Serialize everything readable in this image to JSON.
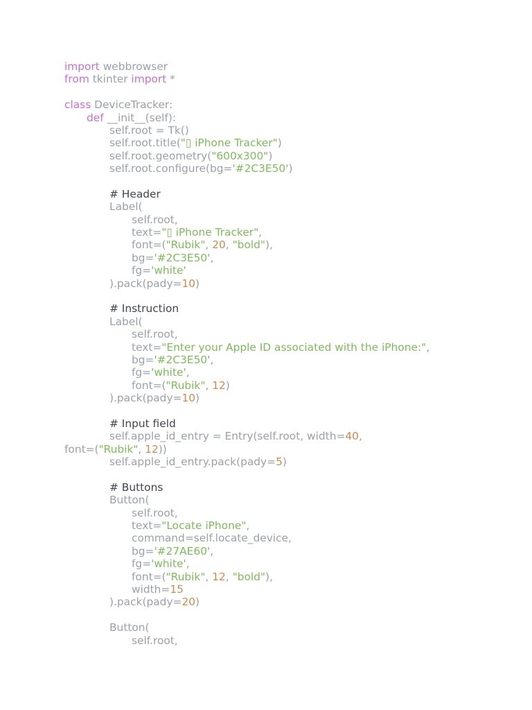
{
  "colors": {
    "keyword": "#c86fd2",
    "plain": "#9aa0ab",
    "string": "#7dbb5a",
    "number": "#d4884a",
    "comment": "#3f4450",
    "background": "#ffffff"
  },
  "lines": [
    {
      "indent": 0,
      "tokens": [
        {
          "t": "kw",
          "v": "import"
        },
        {
          "t": "tx",
          "v": " webbrowser"
        }
      ]
    },
    {
      "indent": 0,
      "tokens": [
        {
          "t": "kw",
          "v": "from"
        },
        {
          "t": "tx",
          "v": " tkinter "
        },
        {
          "t": "kw",
          "v": "import"
        },
        {
          "t": "tx",
          "v": " *"
        }
      ]
    },
    {
      "indent": 0,
      "tokens": []
    },
    {
      "indent": 0,
      "tokens": [
        {
          "t": "kw",
          "v": "class"
        },
        {
          "t": "tx",
          "v": " DeviceTracker:"
        }
      ]
    },
    {
      "indent": 1,
      "tokens": [
        {
          "t": "kw",
          "v": "def"
        },
        {
          "t": "tx",
          "v": " __init__(self):"
        }
      ]
    },
    {
      "indent": 2,
      "tokens": [
        {
          "t": "tx",
          "v": "self.root = Tk()"
        }
      ]
    },
    {
      "indent": 2,
      "tokens": [
        {
          "t": "tx",
          "v": "self.root.title("
        },
        {
          "t": "st",
          "v": "\"▯ iPhone Tracker\""
        },
        {
          "t": "tx",
          "v": ")"
        }
      ]
    },
    {
      "indent": 2,
      "tokens": [
        {
          "t": "tx",
          "v": "self.root.geometry("
        },
        {
          "t": "st",
          "v": "\"600x300\""
        },
        {
          "t": "tx",
          "v": ")"
        }
      ]
    },
    {
      "indent": 2,
      "tokens": [
        {
          "t": "tx",
          "v": "self.root.configure(bg="
        },
        {
          "t": "st",
          "v": "'#2C3E50'"
        },
        {
          "t": "tx",
          "v": ")"
        }
      ]
    },
    {
      "indent": 0,
      "tokens": []
    },
    {
      "indent": 2,
      "tokens": [
        {
          "t": "cm",
          "v": "# Header"
        }
      ]
    },
    {
      "indent": 2,
      "tokens": [
        {
          "t": "tx",
          "v": "Label("
        }
      ]
    },
    {
      "indent": 3,
      "tokens": [
        {
          "t": "tx",
          "v": "self.root,"
        }
      ]
    },
    {
      "indent": 3,
      "tokens": [
        {
          "t": "tx",
          "v": "text="
        },
        {
          "t": "st",
          "v": "\"▯ iPhone Tracker\""
        },
        {
          "t": "tx",
          "v": ","
        }
      ]
    },
    {
      "indent": 3,
      "tokens": [
        {
          "t": "tx",
          "v": "font=("
        },
        {
          "t": "st",
          "v": "\"Rubik\""
        },
        {
          "t": "tx",
          "v": ", "
        },
        {
          "t": "nm",
          "v": "20"
        },
        {
          "t": "tx",
          "v": ", "
        },
        {
          "t": "st",
          "v": "\"bold\""
        },
        {
          "t": "tx",
          "v": "),"
        }
      ]
    },
    {
      "indent": 3,
      "tokens": [
        {
          "t": "tx",
          "v": "bg="
        },
        {
          "t": "st",
          "v": "'#2C3E50'"
        },
        {
          "t": "tx",
          "v": ","
        }
      ]
    },
    {
      "indent": 3,
      "tokens": [
        {
          "t": "tx",
          "v": "fg="
        },
        {
          "t": "st",
          "v": "'white'"
        }
      ]
    },
    {
      "indent": 2,
      "tokens": [
        {
          "t": "tx",
          "v": ").pack(pady="
        },
        {
          "t": "nm",
          "v": "10"
        },
        {
          "t": "tx",
          "v": ")"
        }
      ]
    },
    {
      "indent": 0,
      "tokens": []
    },
    {
      "indent": 2,
      "tokens": [
        {
          "t": "cm",
          "v": "# Instruction"
        }
      ]
    },
    {
      "indent": 2,
      "tokens": [
        {
          "t": "tx",
          "v": "Label("
        }
      ]
    },
    {
      "indent": 3,
      "tokens": [
        {
          "t": "tx",
          "v": "self.root,"
        }
      ]
    },
    {
      "indent": 3,
      "tokens": [
        {
          "t": "tx",
          "v": "text="
        },
        {
          "t": "st",
          "v": "\"Enter your Apple ID associated with the iPhone:\""
        },
        {
          "t": "tx",
          "v": ","
        }
      ]
    },
    {
      "indent": 3,
      "tokens": [
        {
          "t": "tx",
          "v": "bg="
        },
        {
          "t": "st",
          "v": "'#2C3E50'"
        },
        {
          "t": "tx",
          "v": ","
        }
      ]
    },
    {
      "indent": 3,
      "tokens": [
        {
          "t": "tx",
          "v": "fg="
        },
        {
          "t": "st",
          "v": "'white'"
        },
        {
          "t": "tx",
          "v": ","
        }
      ]
    },
    {
      "indent": 3,
      "tokens": [
        {
          "t": "tx",
          "v": "font=("
        },
        {
          "t": "st",
          "v": "\"Rubik\""
        },
        {
          "t": "tx",
          "v": ", "
        },
        {
          "t": "nm",
          "v": "12"
        },
        {
          "t": "tx",
          "v": ")"
        }
      ]
    },
    {
      "indent": 2,
      "tokens": [
        {
          "t": "tx",
          "v": ").pack(pady="
        },
        {
          "t": "nm",
          "v": "10"
        },
        {
          "t": "tx",
          "v": ")"
        }
      ]
    },
    {
      "indent": 0,
      "tokens": []
    },
    {
      "indent": 2,
      "tokens": [
        {
          "t": "cm",
          "v": "# Input field"
        }
      ]
    },
    {
      "indent": 2,
      "tokens": [
        {
          "t": "tx",
          "v": "self.apple_id_entry = Entry(self.root, width="
        },
        {
          "t": "nm",
          "v": "40"
        },
        {
          "t": "tx",
          "v": ","
        }
      ]
    },
    {
      "indent": 0,
      "tokens": [
        {
          "t": "tx",
          "v": "font=("
        },
        {
          "t": "st",
          "v": "\"Rubik\""
        },
        {
          "t": "tx",
          "v": ", "
        },
        {
          "t": "nm",
          "v": "12"
        },
        {
          "t": "tx",
          "v": "))"
        }
      ]
    },
    {
      "indent": 2,
      "tokens": [
        {
          "t": "tx",
          "v": "self.apple_id_entry.pack(pady="
        },
        {
          "t": "nm",
          "v": "5"
        },
        {
          "t": "tx",
          "v": ")"
        }
      ]
    },
    {
      "indent": 0,
      "tokens": []
    },
    {
      "indent": 2,
      "tokens": [
        {
          "t": "cm",
          "v": "# Buttons"
        }
      ]
    },
    {
      "indent": 2,
      "tokens": [
        {
          "t": "tx",
          "v": "Button("
        }
      ]
    },
    {
      "indent": 3,
      "tokens": [
        {
          "t": "tx",
          "v": "self.root,"
        }
      ]
    },
    {
      "indent": 3,
      "tokens": [
        {
          "t": "tx",
          "v": "text="
        },
        {
          "t": "st",
          "v": "\"Locate iPhone\""
        },
        {
          "t": "tx",
          "v": ","
        }
      ]
    },
    {
      "indent": 3,
      "tokens": [
        {
          "t": "tx",
          "v": "command=self.locate_device,"
        }
      ]
    },
    {
      "indent": 3,
      "tokens": [
        {
          "t": "tx",
          "v": "bg="
        },
        {
          "t": "st",
          "v": "'#27AE60'"
        },
        {
          "t": "tx",
          "v": ","
        }
      ]
    },
    {
      "indent": 3,
      "tokens": [
        {
          "t": "tx",
          "v": "fg="
        },
        {
          "t": "st",
          "v": "'white'"
        },
        {
          "t": "tx",
          "v": ","
        }
      ]
    },
    {
      "indent": 3,
      "tokens": [
        {
          "t": "tx",
          "v": "font=("
        },
        {
          "t": "st",
          "v": "\"Rubik\""
        },
        {
          "t": "tx",
          "v": ", "
        },
        {
          "t": "nm",
          "v": "12"
        },
        {
          "t": "tx",
          "v": ", "
        },
        {
          "t": "st",
          "v": "\"bold\""
        },
        {
          "t": "tx",
          "v": "),"
        }
      ]
    },
    {
      "indent": 3,
      "tokens": [
        {
          "t": "tx",
          "v": "width="
        },
        {
          "t": "nm",
          "v": "15"
        }
      ]
    },
    {
      "indent": 2,
      "tokens": [
        {
          "t": "tx",
          "v": ").pack(pady="
        },
        {
          "t": "nm",
          "v": "20"
        },
        {
          "t": "tx",
          "v": ")"
        }
      ]
    },
    {
      "indent": 0,
      "tokens": []
    },
    {
      "indent": 2,
      "tokens": [
        {
          "t": "tx",
          "v": "Button("
        }
      ]
    },
    {
      "indent": 3,
      "tokens": [
        {
          "t": "tx",
          "v": "self.root,"
        }
      ]
    }
  ]
}
